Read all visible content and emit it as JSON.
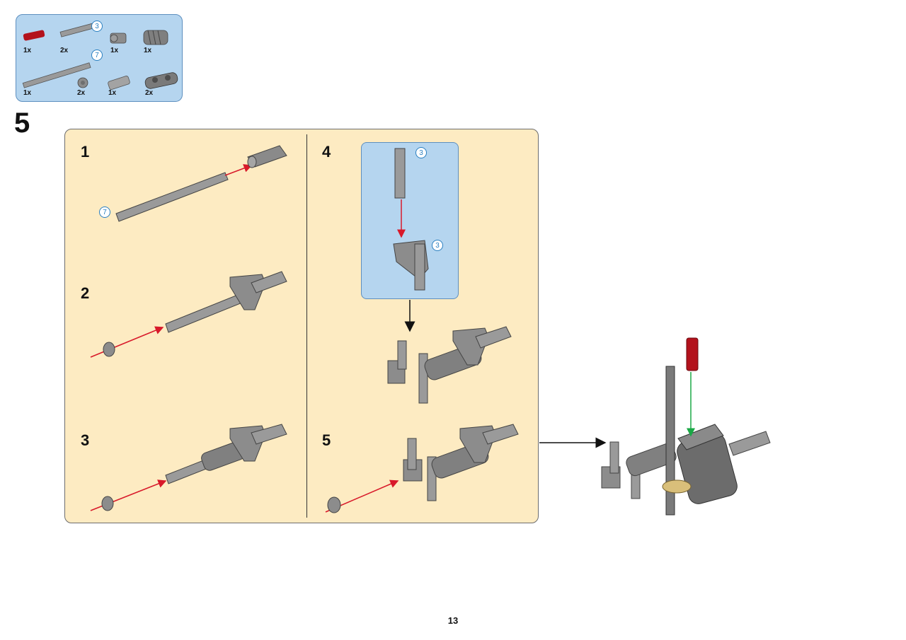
{
  "parts_list": {
    "items": [
      {
        "part": "red-axle-pin",
        "qty": "1x"
      },
      {
        "part": "axle-3",
        "qty": "2x",
        "length": "3"
      },
      {
        "part": "bush",
        "qty": "1x"
      },
      {
        "part": "worm-gear",
        "qty": "1x"
      },
      {
        "part": "axle-7",
        "qty": "1x",
        "length": "7"
      },
      {
        "part": "half-bush",
        "qty": "2x"
      },
      {
        "part": "axle-connector",
        "qty": "1x"
      },
      {
        "part": "cross-block",
        "qty": "2x"
      }
    ]
  },
  "step": {
    "number": "5"
  },
  "substeps": [
    {
      "number": "1",
      "badge": "7"
    },
    {
      "number": "2"
    },
    {
      "number": "3"
    },
    {
      "number": "4",
      "callout_badges": [
        "3",
        "3"
      ]
    },
    {
      "number": "5"
    }
  ],
  "page_number": "13",
  "colors": {
    "panel_bg": "#fdebc2",
    "callout_bg": "#b5d5ef",
    "arrow_red": "#d8192a",
    "arrow_green": "#1aa845",
    "part_gray": "#8c8c8c",
    "part_red": "#b3121c",
    "gear_tan": "#d9bf7a"
  }
}
